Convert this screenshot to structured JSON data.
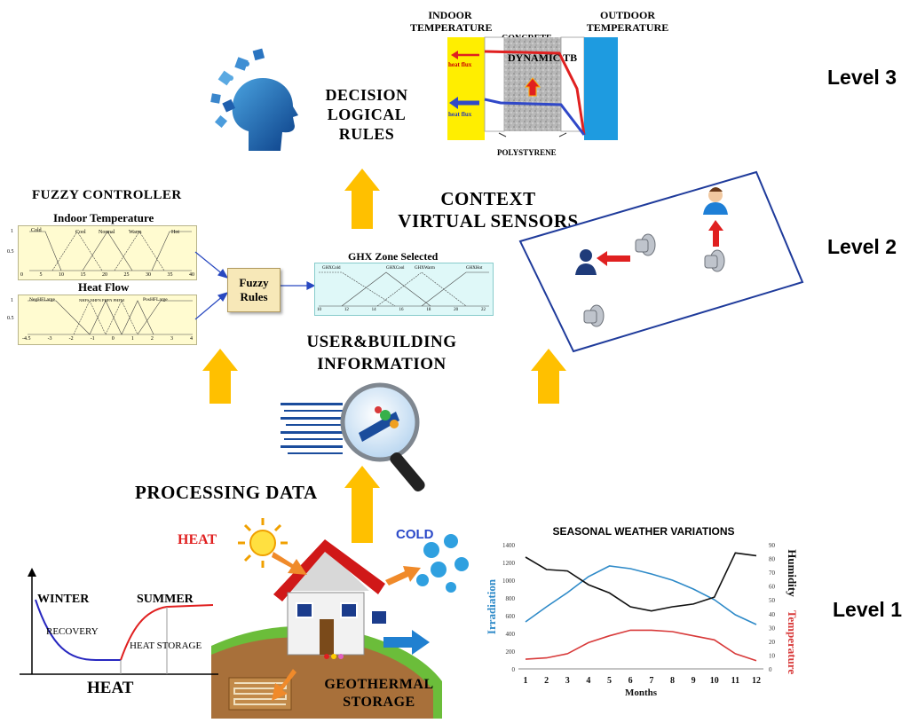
{
  "levels": {
    "level3": "Level 3",
    "level2": "Level 2",
    "level1": "Level 1"
  },
  "level3": {
    "decision": "DECISION",
    "logical_rules": "LOGICAL RULES",
    "wall": {
      "indoor": "INDOOR",
      "temperature_in": "TEMPERATURE",
      "outdoor": "OUTDOOR",
      "temperature_out": "TEMPERATURE",
      "concrete": "CONCRETE",
      "dynamic_tb": "DYNAMIC TB",
      "heat_flux_1": "heat flux",
      "heat_flux_2": "heat flux",
      "polystyrene": "POLYSTYRENE"
    }
  },
  "level2": {
    "fuzzy_controller": "FUZZY CONTROLLER",
    "indoor_temperature": "Indoor Temperature",
    "heat_flow": "Heat Flow",
    "fuzzy_rules": "Fuzzy Rules",
    "ghx_zone_selected": "GHX Zone Selected",
    "context": "CONTEXT",
    "virtual_sensors": "VIRTUAL SENSORS",
    "user_building": "USER&BUILDING",
    "information": "INFORMATION",
    "temp_sets": [
      "Cold",
      "Cool",
      "Normal",
      "Warm",
      "Hot"
    ],
    "temp_ticks": [
      "0",
      "5",
      "10",
      "15",
      "20",
      "25",
      "30",
      "35",
      "40"
    ],
    "flow_sets": [
      "NegHFLarge",
      "NHFS NHFN PHFN PHFM",
      "PosHFLarge"
    ],
    "flow_ticks": [
      "-4.5",
      "-3",
      "-2",
      "-1",
      "0",
      "1",
      "2",
      "3",
      "4"
    ],
    "ghx_sets": [
      "GHXCold",
      "GHXCool",
      "GHXWarm",
      "GHXHot"
    ],
    "ghx_ticks": [
      "10",
      "12",
      "14",
      "16",
      "18",
      "20",
      "22"
    ],
    "y_ticks": [
      "1",
      "0.5",
      "0"
    ]
  },
  "level1": {
    "processing_data": "PROCESSING DATA",
    "heat_label": "HEAT",
    "cold_label": "COLD",
    "geothermal": "GEOTHERMAL",
    "storage": "STORAGE",
    "winter": "WINTER",
    "summer": "SUMMER",
    "recovery": "RECOVERY",
    "heat_storage": "HEAT STORAGE",
    "heat_axis": "HEAT"
  },
  "colors": {
    "arrow_yellow": "#ffc000",
    "sensor_box": "#1f3b9b",
    "irradiation": "#2e8ac8",
    "temperature": "#d83a3a",
    "humidity": "#111111"
  },
  "chart_data": {
    "type": "line",
    "title": "SEASONAL WEATHER VARIATIONS",
    "xlabel": "Months",
    "ylabel_left": "Irradiation",
    "ylabel_right_1": "Humidity",
    "ylabel_right_2": "Temperature",
    "x": [
      1,
      2,
      3,
      4,
      5,
      6,
      7,
      8,
      9,
      10,
      11,
      12
    ],
    "left_axis": {
      "ylim": [
        0,
        1400
      ],
      "ticks": [
        0,
        200,
        400,
        600,
        800,
        1000,
        1200,
        1400
      ]
    },
    "right_axis": {
      "ylim": [
        0,
        90
      ],
      "ticks": [
        0,
        10,
        20,
        30,
        40,
        50,
        60,
        70,
        80,
        90
      ]
    },
    "series": [
      {
        "name": "Irradiation",
        "axis": "left",
        "color": "#2e8ac8",
        "values": [
          530,
          700,
          860,
          1040,
          1160,
          1130,
          1070,
          1000,
          900,
          780,
          610,
          500
        ]
      },
      {
        "name": "Humidity",
        "axis": "right",
        "color": "#111111",
        "values": [
          81,
          72,
          71,
          61,
          55,
          45,
          42,
          45,
          47,
          52,
          84,
          82
        ]
      },
      {
        "name": "Temperature",
        "axis": "right",
        "color": "#d83a3a",
        "values": [
          7,
          8,
          11,
          19,
          24,
          28,
          28,
          27,
          24,
          21,
          11,
          6
        ]
      }
    ],
    "grid": false,
    "legend": "none"
  }
}
